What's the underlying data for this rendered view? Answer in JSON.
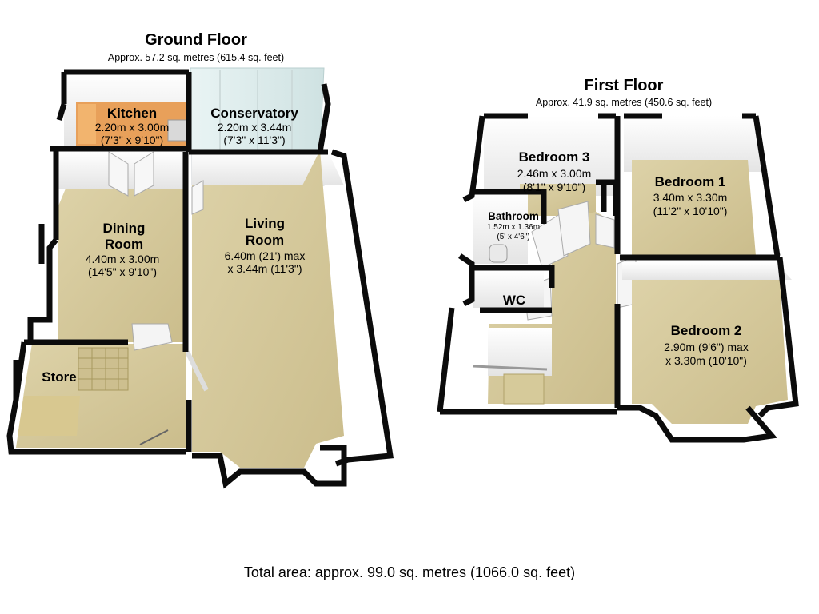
{
  "ground_floor": {
    "title": "Ground Floor",
    "area": "Approx. 57.2 sq. metres (615.4 sq. feet)",
    "rooms": {
      "kitchen": {
        "name": "Kitchen",
        "dim1": "2.20m x 3.00m",
        "dim2": "(7'3\" x 9'10\")"
      },
      "conservatory": {
        "name": "Conservatory",
        "dim1": "2.20m x 3.44m",
        "dim2": "(7'3\" x 11'3\")"
      },
      "dining": {
        "name1": "Dining",
        "name2": "Room",
        "dim1": "4.40m x 3.00m",
        "dim2": "(14'5\" x 9'10\")"
      },
      "living": {
        "name1": "Living",
        "name2": "Room",
        "dim1": "6.40m (21') max",
        "dim2": "x 3.44m (11'3\")"
      },
      "store": {
        "name": "Store"
      }
    }
  },
  "first_floor": {
    "title": "First Floor",
    "area": "Approx. 41.9 sq. metres (450.6 sq. feet)",
    "rooms": {
      "bedroom3": {
        "name": "Bedroom 3",
        "dim1": "2.46m x 3.00m",
        "dim2": "(8'1\" x 9'10\")"
      },
      "bedroom1": {
        "name": "Bedroom 1",
        "dim1": "3.40m x 3.30m",
        "dim2": "(11'2\" x 10'10\")"
      },
      "bathroom": {
        "name": "Bathroom",
        "dim1": "1.52m x 1.36m",
        "dim2": "(5' x 4'6\")"
      },
      "wc": {
        "name": "WC"
      },
      "bedroom2": {
        "name": "Bedroom 2",
        "dim1": "2.90m (9'6\") max",
        "dim2": "x 3.30m (10'10\")"
      }
    }
  },
  "total_area": "Total area: approx. 99.0 sq. metres (1066.0 sq. feet)",
  "colors": {
    "floor": "#d8cc9e",
    "wall_top": "#0b0b0b",
    "wall_face": "#f4f4f4",
    "kitchen_floor": "#e59c52",
    "glass": "#dfeeee"
  }
}
